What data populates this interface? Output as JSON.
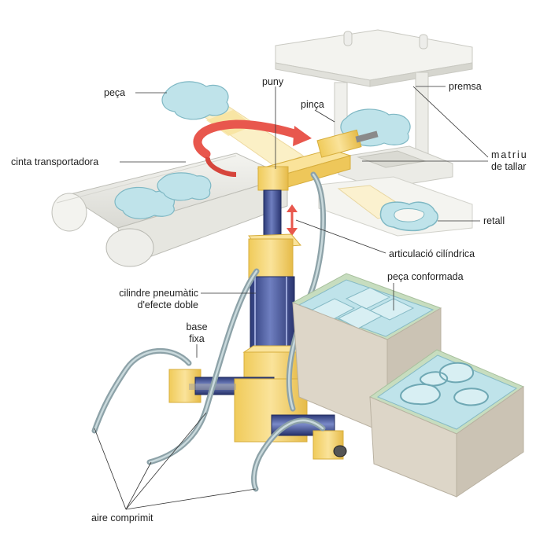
{
  "labels": {
    "peca": "peça",
    "puny": "puny",
    "pinca": "pinça",
    "premsa": "premsa",
    "cinta_transportadora": "cinta transportadora",
    "matriu_line1": "matriu",
    "matriu_line2": "de tallar",
    "retall": "retall",
    "articulacio": "articulació cilíndrica",
    "peca_conformada": "peça conformada",
    "cilindre_line1": "cilindre pneumàtic",
    "cilindre_line2": "d'efecte doble",
    "base_line1": "base",
    "base_line2": "fixa",
    "aire": "aire comprimit"
  },
  "colors": {
    "yellow": "#f4d774",
    "yellow_dark": "#e2b945",
    "arrow_red": "#e8574d",
    "piece_blue": "#bfe3ea",
    "press_grey": "#efefea",
    "box_tan": "#ddd6c8",
    "box_green_edge": "#b9d2b2",
    "cylinder_blue": "#3a4a86"
  }
}
